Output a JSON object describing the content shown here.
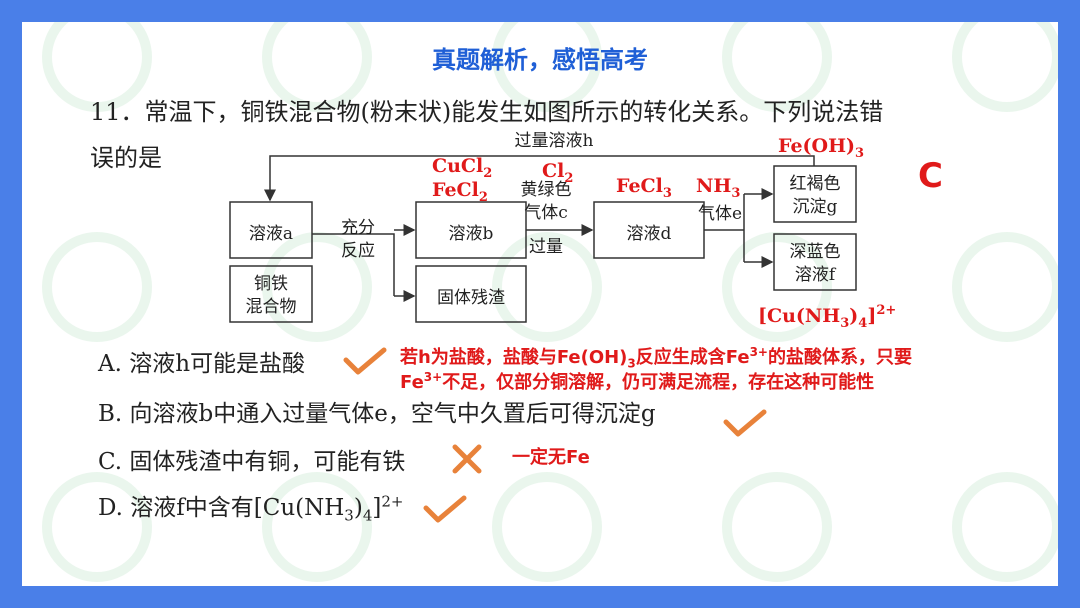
{
  "header": {
    "title": "真题解析，感悟高考"
  },
  "question": {
    "line1": "11．常温下，铜铁混合物(粉末状)能发生如图所示的转化关系。下列说法错",
    "line2": "误的是"
  },
  "diagram": {
    "box_a": "溶液a",
    "box_mix_1": "铜铁",
    "box_mix_2": "混合物",
    "cond_1a": "充分",
    "cond_1b": "反应",
    "box_b": "溶液b",
    "box_residue": "固体残渣",
    "gas_c_1": "黄绿色",
    "gas_c_2": "气体c",
    "gas_c_3": "过量",
    "box_d": "溶液d",
    "gas_e": "气体e",
    "box_g_1": "红褐色",
    "box_g_2": "沉淀g",
    "box_f_1": "深蓝色",
    "box_f_2": "溶液f",
    "reflux": "过量溶液h"
  },
  "annotations": {
    "cucl2": "CuCl2",
    "fecl2": "FeCl2",
    "cl2": "Cl2",
    "fecl3": "FeCl3",
    "nh3": "NH3",
    "feoh3": "Fe(OH)3",
    "cunh34": "[Cu(NH3)4]2+",
    "answer": "C",
    "note_a_1": "若h为盐酸，盐酸与Fe(OH)3反应生成含Fe3+的盐酸体系，只要",
    "note_a_2": "Fe3+不足，仅部分铜溶解，仍可满足流程，存在这种可能性",
    "note_c": "一定无Fe"
  },
  "options": {
    "a": "A. 溶液h可能是盐酸",
    "b": "B. 向溶液b中通入过量气体e，空气中久置后可得沉淀g",
    "c": "C. 固体残渣中有铜，可能有铁",
    "d": "D. 溶液f中含有[Cu(NH3)4]2+"
  },
  "marks": {
    "a": "check-icon",
    "b": "check-icon",
    "c": "cross-icon",
    "d": "check-icon"
  },
  "colors": {
    "background": "#4a7fe8",
    "title": "#1f5fd6",
    "annotation": "#e01a1a",
    "mark": "#e8823a"
  }
}
